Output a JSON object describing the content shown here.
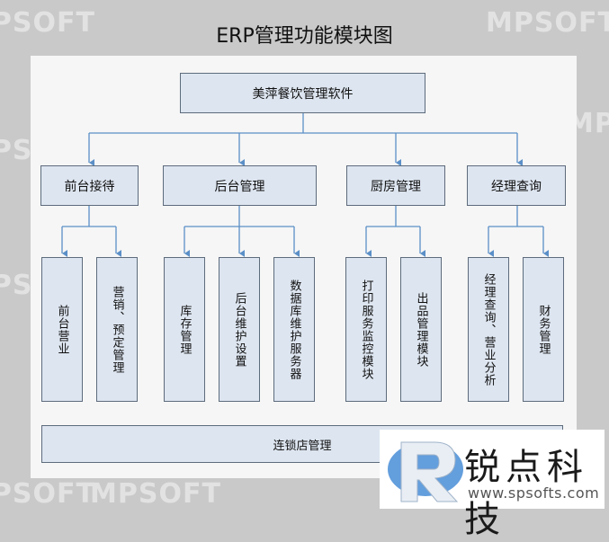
{
  "diagram": {
    "title": "ERP管理功能模块图",
    "root": "美萍餐饮管理软件",
    "modules": [
      {
        "label": "前台接待",
        "children": [
          "前台营业",
          "营销、预定管理"
        ]
      },
      {
        "label": "后台管理",
        "children": [
          "库存管理",
          "后台维护设置",
          "数据库维护服务器"
        ]
      },
      {
        "label": "厨房管理",
        "children": [
          "打印服务监控模块",
          "出品管理模块"
        ]
      },
      {
        "label": "经理查询",
        "children": [
          "经理查询、营业分析",
          "财务管理"
        ]
      }
    ],
    "footer_box": "连锁店管理"
  },
  "watermarks": {
    "text": "MPSOFT"
  },
  "logo": {
    "name": "锐点科技",
    "url": "www.spsofts.com"
  },
  "colors": {
    "box_fill": "#dde5f0",
    "box_border": "#5d6b7c",
    "connector": "#5b8fc7",
    "background": "#c9c9c9",
    "panel": "#f6f6f6"
  }
}
